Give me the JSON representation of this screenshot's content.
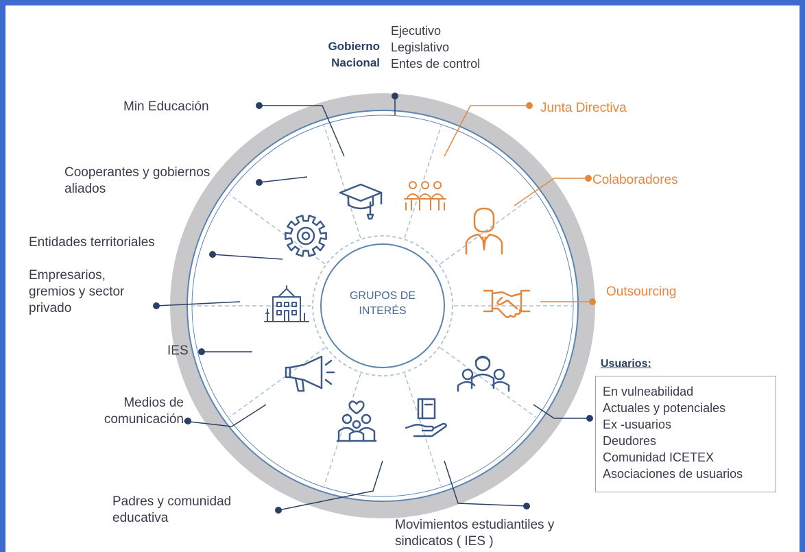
{
  "center": {
    "line1": "GRUPOS DE",
    "line2": "INTERÉS"
  },
  "gobierno": {
    "title_line1": "Gobierno",
    "title_line2": "Nacional",
    "items": [
      "Ejecutivo",
      "Legislativo",
      "Entes de control"
    ]
  },
  "labels_left": {
    "min_educacion": "Min Educación",
    "cooperantes_line1": "Cooperantes y gobiernos",
    "cooperantes_line2": "aliados",
    "entidades": "Entidades territoriales",
    "empresarios_line1": "Empresarios,",
    "empresarios_line2": "gremios y sector",
    "empresarios_line3": "privado",
    "ies": "IES",
    "medios_line1": "Medios de",
    "medios_line2": "comunicación",
    "padres_line1": "Padres y comunidad",
    "padres_line2": "educativa"
  },
  "labels_right": {
    "junta": "Junta Directiva",
    "colaboradores": "Colaboradores",
    "outsourcing": "Outsourcing"
  },
  "movimientos": {
    "line1": "Movimientos estudiantiles y",
    "line2": "sindicatos ( IES )"
  },
  "usuarios": {
    "title": "Usuarios:",
    "items": [
      "En vulneabilidad",
      "Actuales y potenciales",
      "Ex -usuarios",
      "Deudores",
      "Comunidad ICETEX",
      "Asociaciones de usuarios"
    ]
  },
  "colors": {
    "frame": "#3f6ccc",
    "navy": "#2a3f66",
    "orange": "#e4873e",
    "ring": "#c8c8cb",
    "wheel_line": "#5b84b1",
    "icon_blue": "#3d5a88"
  }
}
